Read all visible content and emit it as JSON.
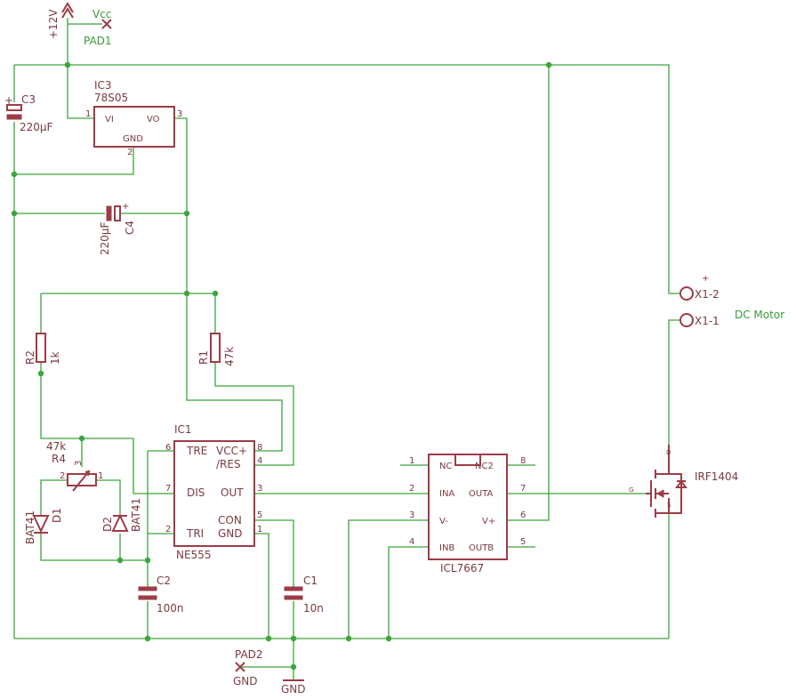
{
  "supply": {
    "plus12v": "+12V",
    "vcc": "Vcc",
    "pad1": "PAD1",
    "pad2": "PAD2",
    "gnd_pad": "GND",
    "gnd_symbol": "GND"
  },
  "ic3": {
    "name": "IC3",
    "part": "78S05",
    "vi": "VI",
    "vo": "VO",
    "gnd": "GND",
    "pin1": "1",
    "pin2": "2",
    "pin3": "3"
  },
  "c3": {
    "name": "C3",
    "value": "220µF",
    "plus": "+"
  },
  "c4": {
    "name": "C4",
    "value": "220µF",
    "plus": "+"
  },
  "r2": {
    "name": "R2",
    "value": "1k"
  },
  "r1": {
    "name": "R1",
    "value": "47k"
  },
  "r4": {
    "name": "R4",
    "value": "47k",
    "p1": "1",
    "p2": "2",
    "p3": "3"
  },
  "d1": {
    "name": "D1",
    "part": "BAT41"
  },
  "d2": {
    "name": "D2",
    "part": "BAT41"
  },
  "ic1": {
    "name": "IC1",
    "part": "NE555",
    "tre": "TRE",
    "vcc": "VCC+",
    "res": "/RES",
    "dis": "DIS",
    "out": "OUT",
    "con": "CON",
    "tri": "TRI",
    "gnd": "GND",
    "p6": "6",
    "p8": "8",
    "p4": "4",
    "p7": "7",
    "p3": "3",
    "p5": "5",
    "p2": "2",
    "p1": "1"
  },
  "c2": {
    "name": "C2",
    "value": "100n"
  },
  "c1": {
    "name": "C1",
    "value": "10n"
  },
  "ic2": {
    "part": "ICL7667",
    "nc1": "NC",
    "nc2": "NC2",
    "ina": "INA",
    "outa": "OUTA",
    "vminus": "V-",
    "vplus": "V+",
    "inb": "INB",
    "outb": "OUTB",
    "p1": "1",
    "p8": "8",
    "p2": "2",
    "p7": "7",
    "p3": "3",
    "p6": "6",
    "p4": "4",
    "p5": "5"
  },
  "mosfet": {
    "part": "IRF1404",
    "d": "D",
    "g": "G",
    "s": "S"
  },
  "motor": {
    "x12": "X1-2",
    "x11": "X1-1",
    "plus": "+",
    "label": "DC Motor"
  }
}
